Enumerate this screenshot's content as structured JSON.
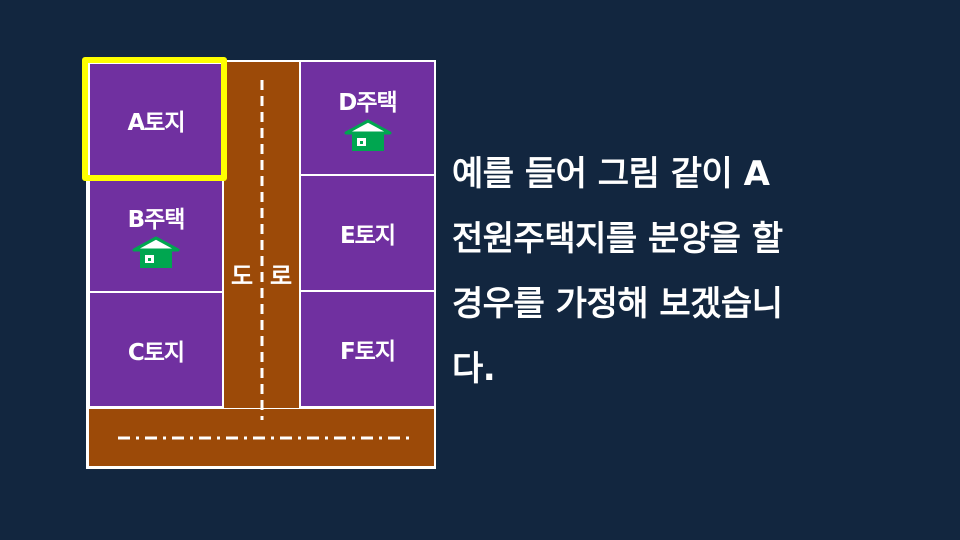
{
  "diagram": {
    "lots": [
      {
        "id": "a",
        "label": "A토지",
        "house": false
      },
      {
        "id": "b",
        "label": "B주택",
        "house": true
      },
      {
        "id": "c",
        "label": "C토지",
        "house": false
      },
      {
        "id": "d",
        "label": "D주택",
        "house": true
      },
      {
        "id": "e",
        "label": "E토지",
        "house": false
      },
      {
        "id": "f",
        "label": "F토지",
        "house": false
      }
    ],
    "road_chars": [
      "도",
      "로"
    ],
    "highlighted_lot": "A토지"
  },
  "caption": {
    "lines": [
      "예를 들어 그림 같이 A",
      "전원주택지를 분양을 할",
      "경우를 가정해 보겠습니",
      "다."
    ]
  },
  "colors": {
    "background": "#12263f",
    "lot": "#7030a0",
    "road": "#9c4a08",
    "highlight": "#ffff00",
    "house": "#00a650"
  }
}
